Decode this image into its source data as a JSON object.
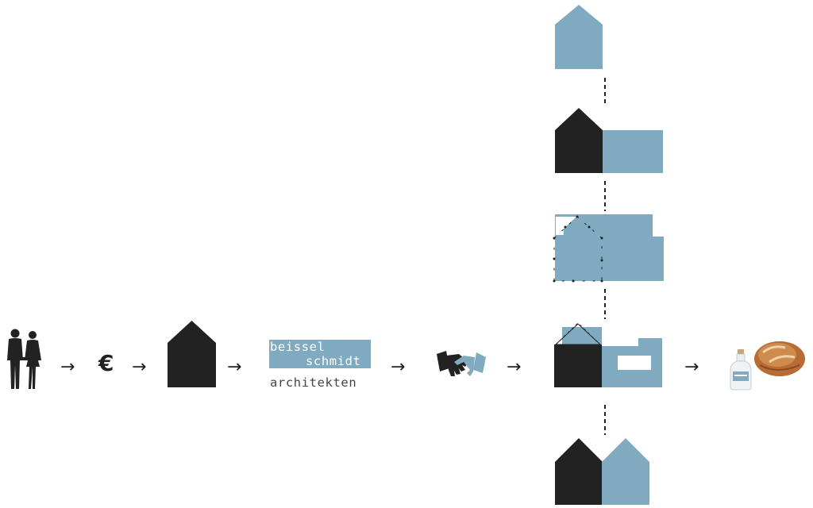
{
  "colors": {
    "dark": "#222222",
    "blue": "#80aabf",
    "white": "#ffffff",
    "bread": "#b86b35"
  },
  "symbols": {
    "arrow": "→",
    "euro": "€"
  },
  "logo": {
    "line1": "beissel",
    "line2": "schmidt",
    "line3": "architekten"
  },
  "icons": [
    "couple-silhouette-icon",
    "euro-icon",
    "house-icon",
    "handshake-icon",
    "bottle-icon",
    "bread-icon"
  ]
}
